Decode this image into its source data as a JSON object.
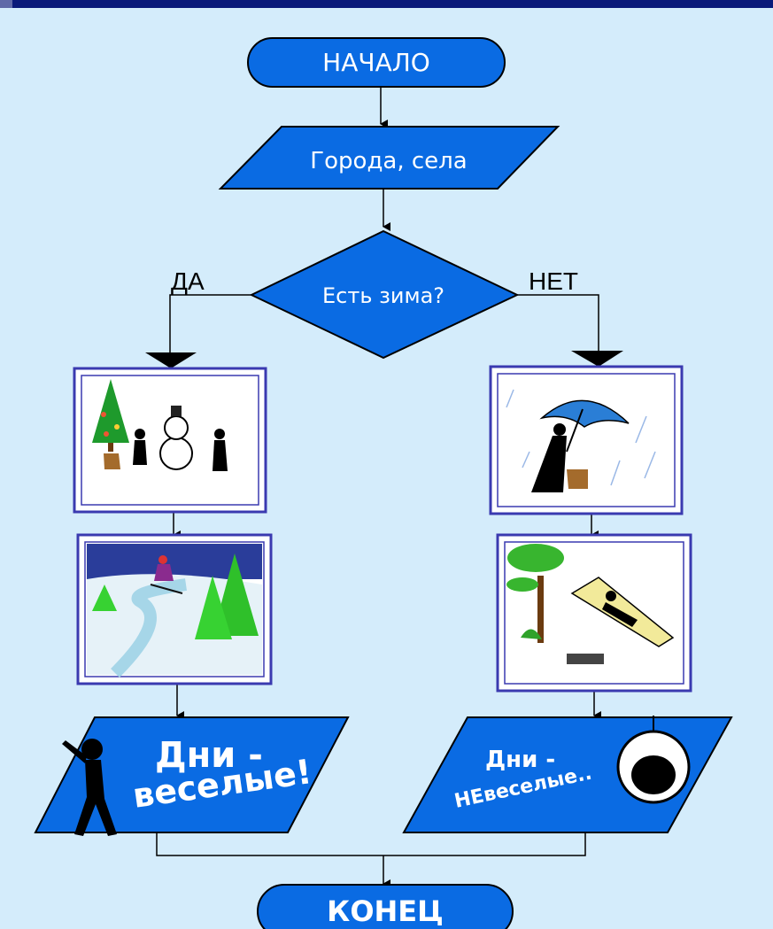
{
  "flowchart": {
    "start": "НАЧАЛО",
    "input": "Города, села",
    "decision": "Есть зима?",
    "yes_label": "ДА",
    "no_label": "НЕТ",
    "yes_output_line1": "Дни -",
    "yes_output_line2": "веселые!",
    "no_output_line1": "Дни -",
    "no_output_line2": "НЕвеселые..",
    "end": "КОНЕЦ"
  },
  "colors": {
    "background": "#d4ecfb",
    "shape_fill": "#0a6be3",
    "shape_stroke": "#000000",
    "top_bar": "#0a1a7a",
    "frame": "#3a3ab0"
  },
  "images": {
    "yes_top": "snowman-scene-icon",
    "yes_bottom": "skier-scene-icon",
    "no_top": "rain-umbrella-scene-icon",
    "no_bottom": "sunbathing-scene-icon"
  }
}
